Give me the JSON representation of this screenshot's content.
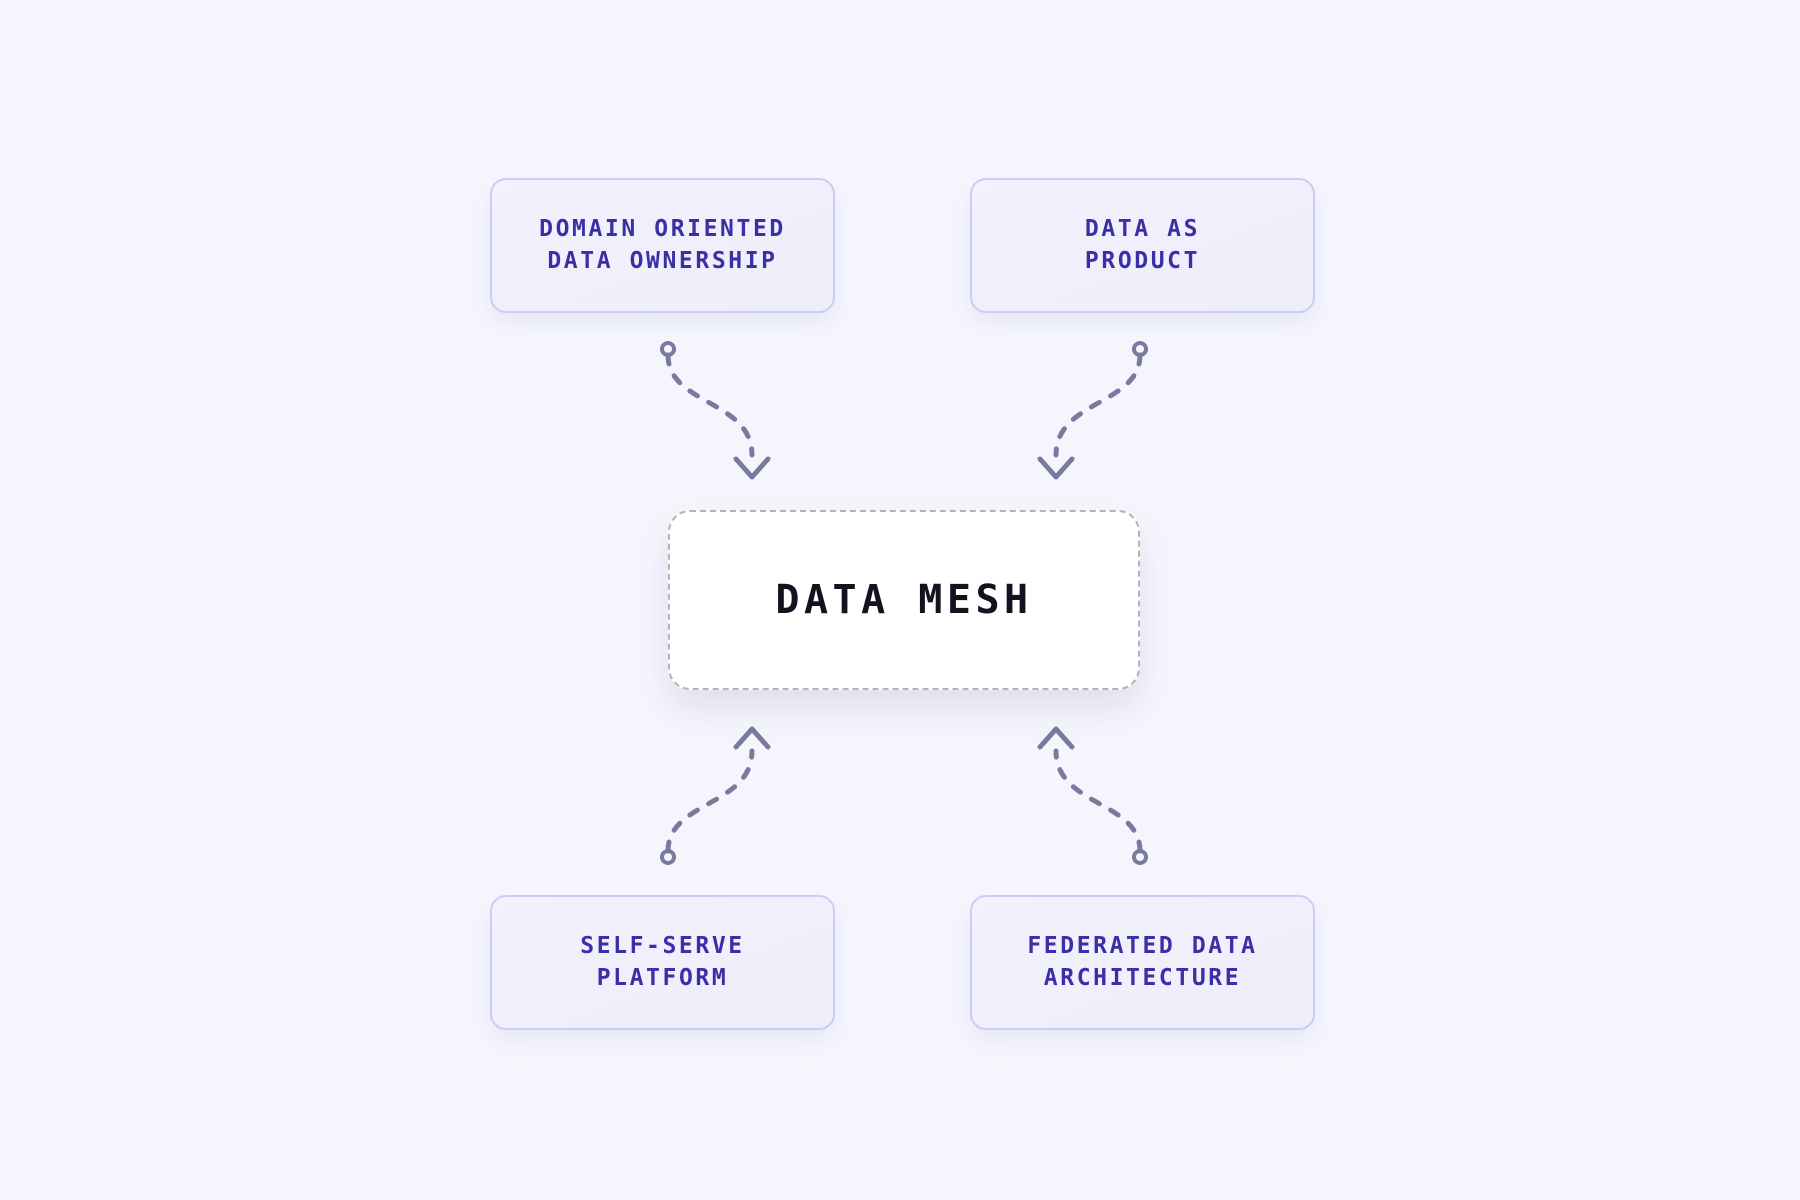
{
  "diagram": {
    "background_color": "#f5f6fd",
    "center": {
      "label": "DATA MESH",
      "text_color": "#13131f",
      "fill_color": "#ffffff",
      "border_color": "#b3b3b8",
      "border_style": "dashed"
    },
    "card_style": {
      "text_color": "#3b2fa8",
      "fill_color": "#f0effb",
      "border_color": "#ccccf5"
    },
    "connector_style": {
      "color": "#7b7a9c",
      "line_style": "dashed",
      "start_marker": "ring",
      "end_marker": "chevron-arrow"
    },
    "nodes": [
      {
        "id": "domain-oriented-data-ownership",
        "label": "DOMAIN ORIENTED\nDATA OWNERSHIP",
        "position": "top-left"
      },
      {
        "id": "data-as-product",
        "label": "DATA AS\nPRODUCT",
        "position": "top-right"
      },
      {
        "id": "self-serve-platform",
        "label": "SELF-SERVE\nPLATFORM",
        "position": "bottom-left"
      },
      {
        "id": "federated-data-architecture",
        "label": "FEDERATED DATA\nARCHITECTURE",
        "position": "bottom-right"
      }
    ],
    "edges": [
      {
        "from": "domain-oriented-data-ownership",
        "to": "center"
      },
      {
        "from": "data-as-product",
        "to": "center"
      },
      {
        "from": "self-serve-platform",
        "to": "center"
      },
      {
        "from": "federated-data-architecture",
        "to": "center"
      }
    ]
  }
}
